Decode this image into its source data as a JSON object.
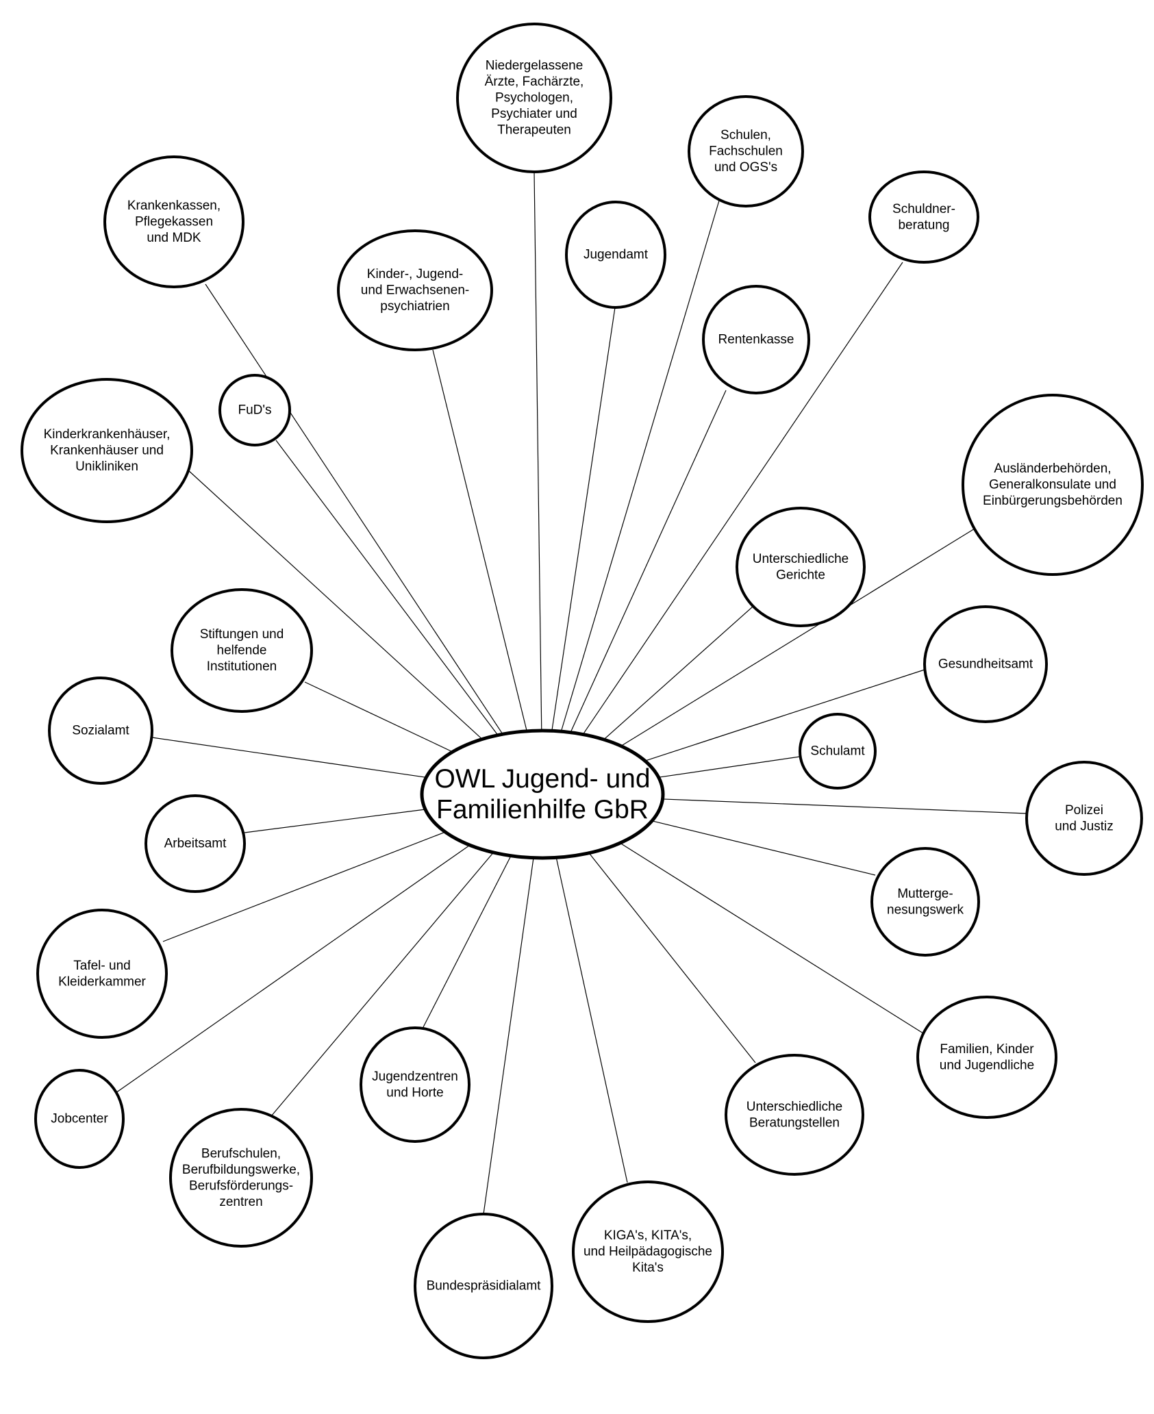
{
  "center": {
    "id": "center",
    "label": [
      "OWL Jugend- und",
      "Familienhilfe  GbR"
    ]
  },
  "nodes": [
    {
      "id": "aerzte",
      "label": [
        "Niedergelassene",
        "Ärzte, Fachärzte,",
        "Psychologen,",
        "Psychiater und",
        "Therapeuten"
      ]
    },
    {
      "id": "schulen",
      "label": [
        "Schulen,",
        "Fachschulen",
        "und OGS's"
      ]
    },
    {
      "id": "schuldnerberatung",
      "label": [
        "Schuldner-",
        "beratung"
      ]
    },
    {
      "id": "krankenkassen",
      "label": [
        "Krankenkassen,",
        "Pflegekassen",
        "und MDK"
      ]
    },
    {
      "id": "jugendamt",
      "label": [
        "Jugendamt"
      ]
    },
    {
      "id": "psychiatrien",
      "label": [
        "Kinder-, Jugend-",
        "und Erwachsenen-",
        "psychiatrien"
      ]
    },
    {
      "id": "rentenkasse",
      "label": [
        "Rentenkasse"
      ]
    },
    {
      "id": "fuds",
      "label": [
        "FuD's"
      ]
    },
    {
      "id": "kliniken",
      "label": [
        "Kinderkrankenhäuser,",
        "Krankenhäuser und",
        "Unikliniken"
      ]
    },
    {
      "id": "auslaenderbehoerden",
      "label": [
        "Ausländerbehörden,",
        "Generalkonsulate und",
        "Einbürgerungsbehörden"
      ]
    },
    {
      "id": "gerichte",
      "label": [
        "Unterschiedliche",
        "Gerichte"
      ]
    },
    {
      "id": "stiftungen",
      "label": [
        "Stiftungen und",
        "helfende",
        "Institutionen"
      ]
    },
    {
      "id": "gesundheitsamt",
      "label": [
        "Gesundheitsamt"
      ]
    },
    {
      "id": "sozialamt",
      "label": [
        "Sozialamt"
      ]
    },
    {
      "id": "schulamt",
      "label": [
        "Schulamt"
      ]
    },
    {
      "id": "polizei",
      "label": [
        "Polizei",
        "und Justiz"
      ]
    },
    {
      "id": "arbeitsamt",
      "label": [
        "Arbeitsamt"
      ]
    },
    {
      "id": "muttergenesungswerk",
      "label": [
        "Mutterge-",
        "nesungswerk"
      ]
    },
    {
      "id": "tafel",
      "label": [
        "Tafel- und",
        "Kleiderkammer"
      ]
    },
    {
      "id": "familien",
      "label": [
        "Familien, Kinder",
        "und Jugendliche"
      ]
    },
    {
      "id": "jugendzentren",
      "label": [
        "Jugendzentren",
        "und Horte"
      ]
    },
    {
      "id": "beratungsstellen",
      "label": [
        "Unterschiedliche",
        "Beratungstellen"
      ]
    },
    {
      "id": "jobcenter",
      "label": [
        "Jobcenter"
      ]
    },
    {
      "id": "berufschulen",
      "label": [
        "Berufschulen,",
        "Berufbildungswerke,",
        "Berufsförderungs-",
        "zentren"
      ]
    },
    {
      "id": "kitas",
      "label": [
        "KIGA's, KITA's,",
        "und Heilpädagogische",
        "Kita's"
      ]
    },
    {
      "id": "bundespraesidialamt",
      "label": [
        "Bundespräsidialamt"
      ]
    }
  ]
}
